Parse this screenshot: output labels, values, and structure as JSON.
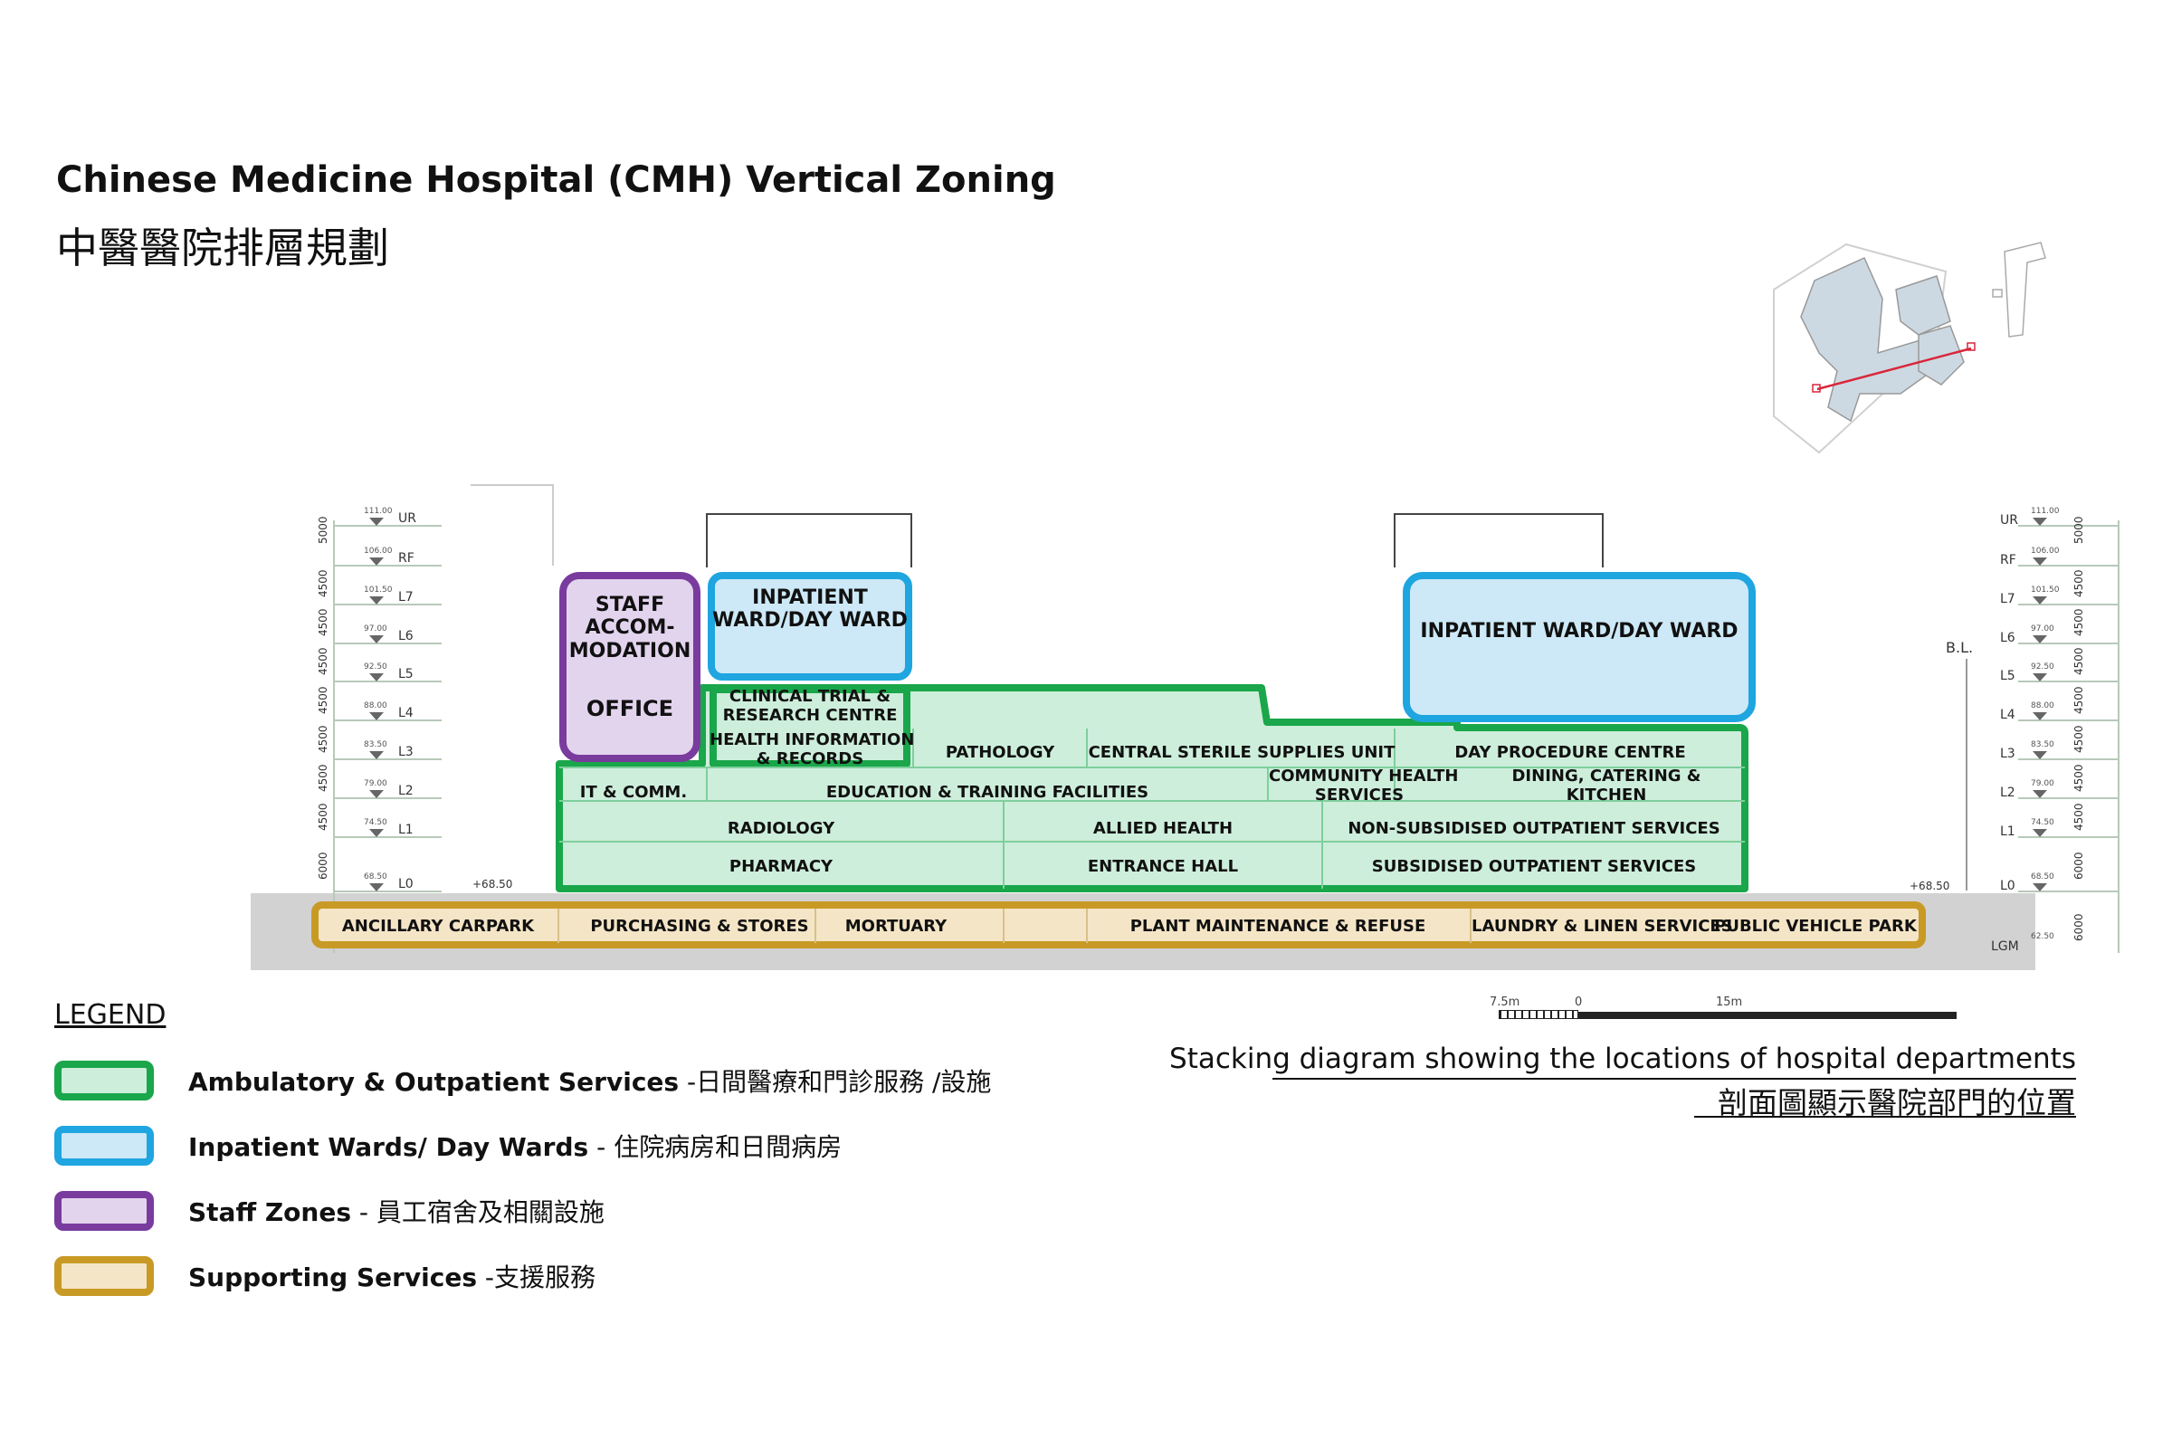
{
  "title": {
    "en": "Chinese Medicine Hospital (CMH)  Vertical Zoning",
    "zh": "中醫醫院排層規劃"
  },
  "colors": {
    "ambulatory_fill": "#cdeedb",
    "ambulatory_border": "#1aa64a",
    "inpatient_fill": "#cde9f7",
    "inpatient_border": "#1fa5e0",
    "staff_fill": "#e3d4ee",
    "staff_border": "#7a3b9e",
    "supporting_fill": "#f4e5c6",
    "supporting_border": "#c89a25"
  },
  "levels": [
    {
      "name": "UR",
      "elevation": "111.00",
      "height": "5000"
    },
    {
      "name": "RF",
      "elevation": "106.00",
      "height": "4500"
    },
    {
      "name": "L7",
      "elevation": "101.50",
      "height": "4500"
    },
    {
      "name": "L6",
      "elevation": "97.00",
      "height": "4500"
    },
    {
      "name": "L5",
      "elevation": "92.50",
      "height": "4500"
    },
    {
      "name": "L4",
      "elevation": "88.00",
      "height": "4500"
    },
    {
      "name": "L3",
      "elevation": "83.50",
      "height": "4500"
    },
    {
      "name": "L2",
      "elevation": "79.00",
      "height": "4500"
    },
    {
      "name": "L1",
      "elevation": "74.50",
      "height": "6000"
    },
    {
      "name": "L0",
      "elevation": "68.50",
      "height": "6000"
    },
    {
      "name": "LGM",
      "elevation": "62.50",
      "height": ""
    }
  ],
  "ground_levels": {
    "left": "+68.50",
    "right": "+68.50"
  },
  "bl_label": "B.L.",
  "zones": {
    "staff_accom": "STAFF\nACCOM-\nMODATION",
    "office": "OFFICE",
    "inpatient_left": "INPATIENT\nWARD/DAY WARD",
    "inpatient_right": "INPATIENT WARD/DAY WARD",
    "clinical_trial": "CLINICAL TRIAL &\nRESEARCH CENTRE",
    "health_info": "HEALTH INFORMATION\n& RECORDS",
    "pathology": "PATHOLOGY",
    "cssu": "CENTRAL STERILE SUPPLIES UNIT",
    "day_procedure": "DAY PROCEDURE CENTRE",
    "it_comm": "IT & COMM.",
    "education": "EDUCATION & TRAINING FACILITIES",
    "community_health": "COMMUNITY HEALTH\nSERVICES",
    "dining": "DINING, CATERING &\nKITCHEN",
    "radiology": "RADIOLOGY",
    "allied_health": "ALLIED HEALTH",
    "non_subsidised": "NON-SUBSIDISED OUTPATIENT SERVICES",
    "pharmacy": "PHARMACY",
    "entrance_hall": "ENTRANCE HALL",
    "subsidised": "SUBSIDISED OUTPATIENT SERVICES",
    "ancillary_carpark": "ANCILLARY CARPARK",
    "purchasing": "PURCHASING & STORES",
    "mortuary": "MORTUARY",
    "plant": "PLANT MAINTENANCE & REFUSE",
    "laundry": "LAUNDRY & LINEN SERVICES",
    "public_vehicle": "PUBLIC VEHICLE PARK"
  },
  "scale": {
    "left": "7.5m",
    "zero": "0",
    "right": "15m"
  },
  "legend": {
    "title": "LEGEND",
    "items": [
      {
        "bold": "Ambulatory & Outpatient Services",
        "rest": " -日間醫療和門診服務 /設施"
      },
      {
        "bold": "Inpatient Wards/ Day Wards",
        "rest": " - 住院病房和日間病房"
      },
      {
        "bold": "Staff Zones",
        "rest": " - 員工宿舍及相關設施"
      },
      {
        "bold": "Supporting Services",
        "rest": " -支援服務"
      }
    ]
  },
  "caption": {
    "en": "Stacking diagram showing the locations of hospital departments",
    "zh": "剖面圖顯示醫院部門的位置"
  }
}
